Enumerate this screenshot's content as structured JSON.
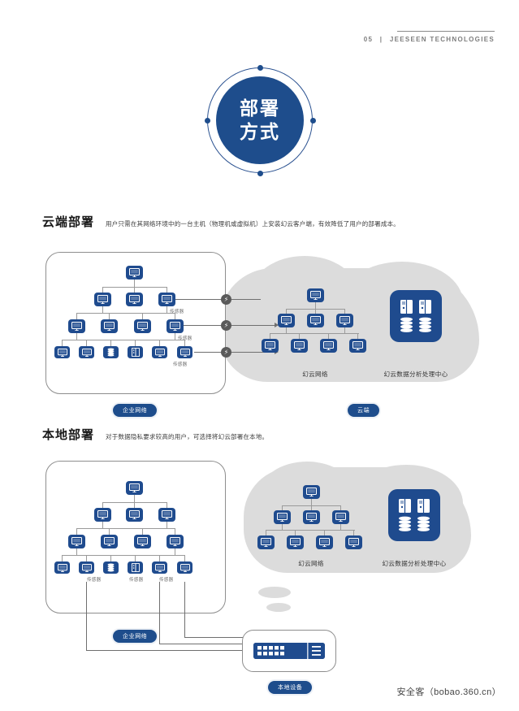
{
  "header": {
    "page_number": "05",
    "separator": "|",
    "brand": "JEESEEN TECHNOLOGIES"
  },
  "title_badge": {
    "line1": "部署",
    "line2": "方式"
  },
  "sections": [
    {
      "id": "cloud-deployment",
      "title": "云端部署",
      "description": "用户只需在其网络环境中的一台主机（物理机或虚拟机）上安装幻云客户端，有效降低了用户的部署成本。",
      "enterprise_badge": "企业网络",
      "cloud_badge": "云端",
      "node_labels": [
        "传感器",
        "传感器",
        "传感器"
      ],
      "cloud_captions": [
        "幻云网络",
        "幻云数据分析处理中心"
      ]
    },
    {
      "id": "local-deployment",
      "title": "本地部署",
      "description": "对于数据隐私要求较高的用户，可选择将幻云部署在本地。",
      "enterprise_badge": "企业网络",
      "device_badge": "本地设备",
      "node_labels": [
        "传感器",
        "传感器",
        "传感器"
      ],
      "cloud_captions": [
        "幻云网络",
        "幻云数据分析处理中心"
      ]
    }
  ],
  "watermark": "安全客（bobao.360.cn）",
  "colors": {
    "brand_blue": "#1e4d8c",
    "node_blue": "#1f4b8e",
    "cloud_gray": "#dcdcdc",
    "line_gray": "#9a9a9a",
    "bolt_gray": "#5a5a5a"
  }
}
